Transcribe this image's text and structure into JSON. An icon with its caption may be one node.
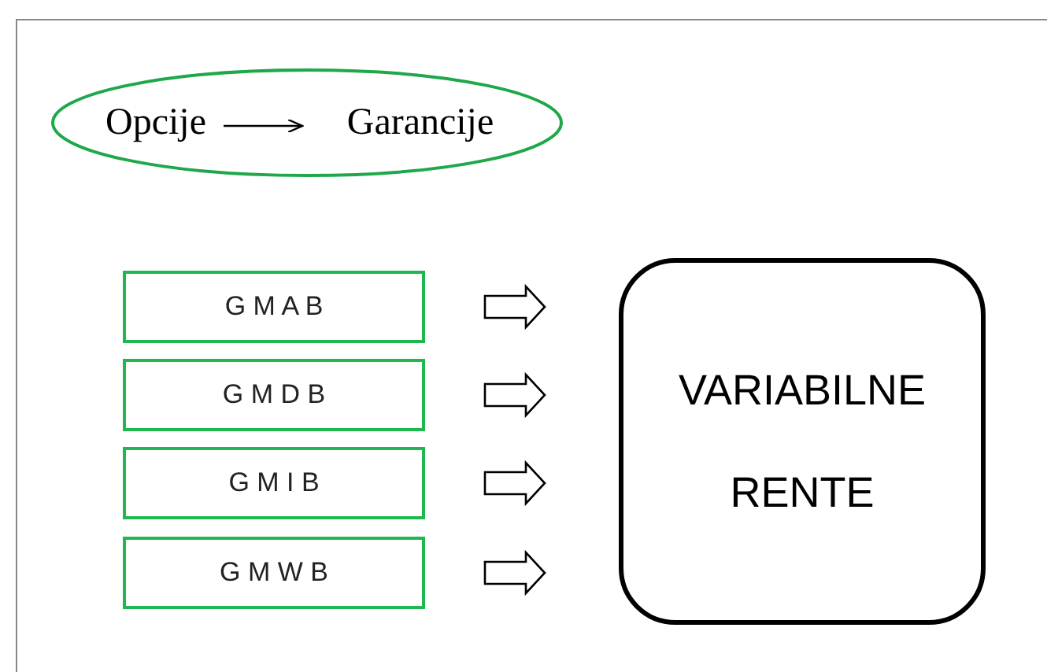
{
  "diagram": {
    "nodes": [
      {
        "text": [],
        "shape": "ellipse"
      },
      {
        "text": [
          "Opcije"
        ],
        "in": 0
      },
      {
        "text": [
          "Garancije"
        ],
        "in": 0
      },
      {
        "text": [
          "G M A B"
        ]
      },
      {
        "text": [
          "G M D B"
        ]
      },
      {
        "text": [
          "G M I B"
        ]
      },
      {
        "text": [
          "G M W B"
        ]
      },
      {
        "text": [
          "VARIABILNE",
          "RENTE"
        ]
      }
    ],
    "edges": [
      {
        "from": 1,
        "to": 2,
        "arrow": "to"
      },
      {
        "from": 3,
        "to": 7,
        "arrow": "to",
        "style": "thick"
      },
      {
        "from": 4,
        "to": 7,
        "arrow": "to",
        "style": "thick"
      },
      {
        "from": 5,
        "to": 7,
        "arrow": "to",
        "style": "thick"
      },
      {
        "from": 6,
        "to": 7,
        "arrow": "to",
        "style": "thick"
      }
    ]
  }
}
